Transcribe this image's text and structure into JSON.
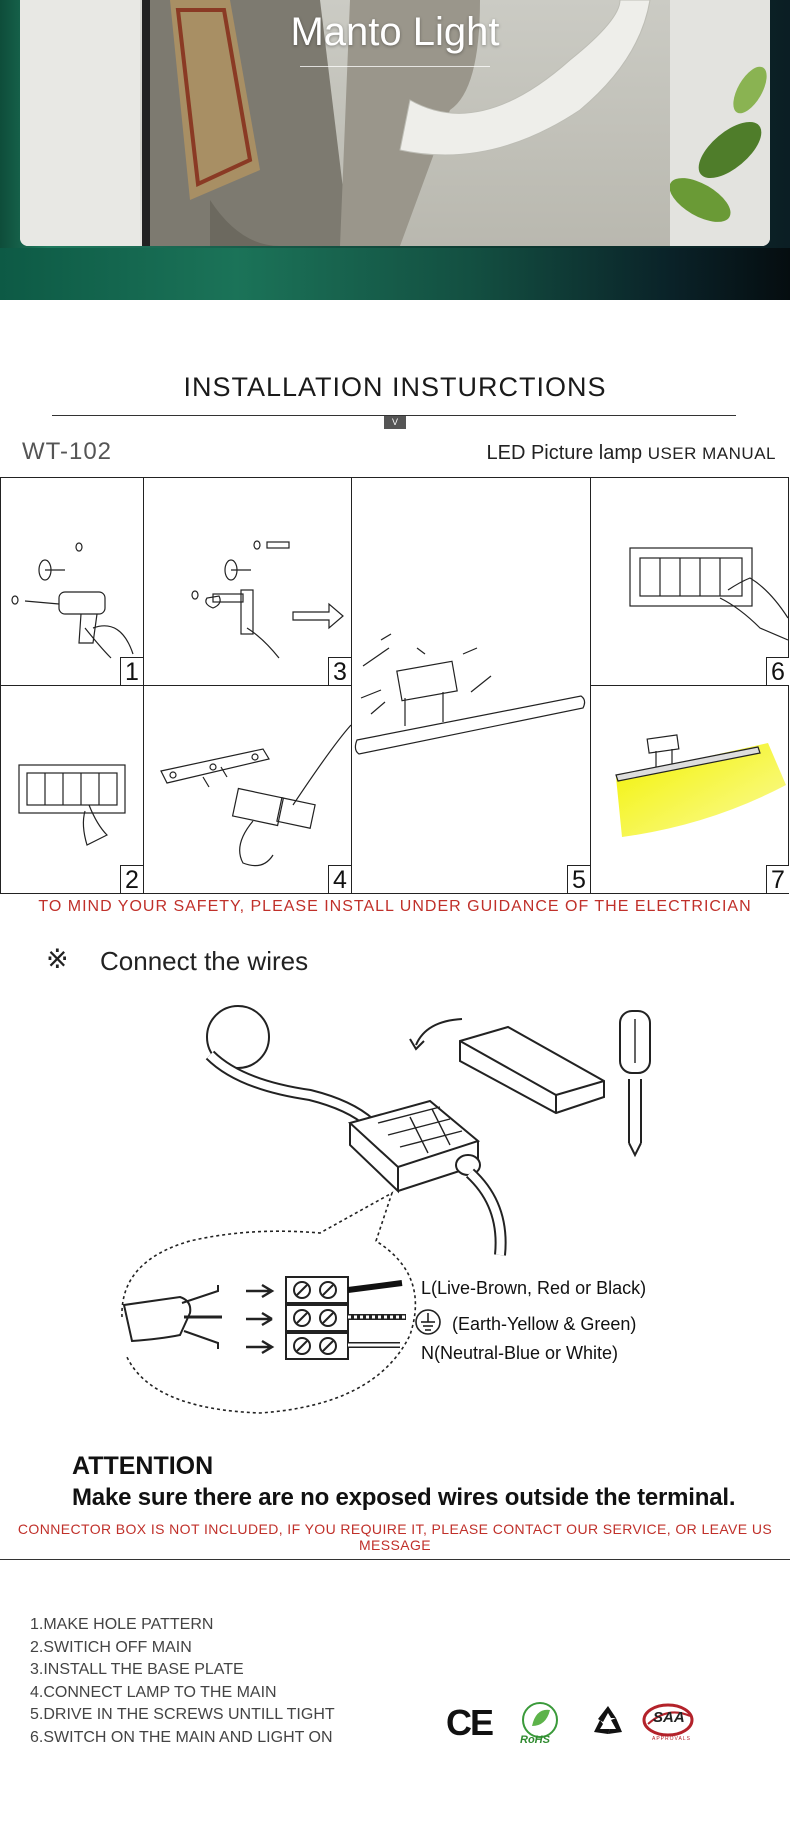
{
  "hero": {
    "title": "Manto Light"
  },
  "install": {
    "heading": "INSTALLATION INSTURCTIONS",
    "badge": "V",
    "model": "WT-102",
    "manual_main": "LED Picture lamp",
    "manual_suffix": "USER MANUAL",
    "step_numbers": [
      "1",
      "2",
      "3",
      "4",
      "5",
      "6",
      "7"
    ],
    "safety": "TO MIND YOUR SAFETY, PLEASE INSTALL UNDER GUIDANCE OF THE ELECTRICIAN"
  },
  "wires": {
    "mark": "※",
    "title": "Connect the wires",
    "live": "L(Live-Brown, Red or Black)",
    "earth": "(Earth-Yellow & Green)",
    "neutral": "N(Neutral-Blue or White)"
  },
  "attention": {
    "title": "ATTENTION",
    "text": "Make sure there are no exposed wires outside the terminal.",
    "note": "CONNECTOR BOX IS NOT INCLUDED, IF YOU REQUIRE IT, PLEASE CONTACT OUR SERVICE, OR LEAVE US MESSAGE"
  },
  "steps": [
    "1.MAKE HOLE PATTERN",
    "2.SWITICH OFF MAIN",
    "3.INSTALL THE BASE PLATE",
    "4.CONNECT LAMP TO THE MAIN",
    "5.DRIVE IN THE SCREWS UNTILL TIGHT",
    "6.SWITCH ON THE MAIN AND LIGHT ON"
  ],
  "certs": {
    "ce": "CE",
    "rohs": "RoHS",
    "saa": "SAA",
    "saa_sub": "APPROVALS"
  },
  "colors": {
    "warning": "#c0302a",
    "accent_yellow": "#f2f200",
    "hero_green": "#1d6a54"
  }
}
